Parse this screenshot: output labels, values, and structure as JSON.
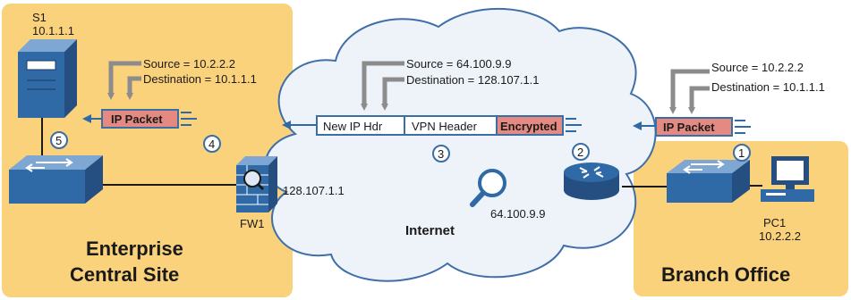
{
  "colors": {
    "site_fill": "#fbd27c",
    "cloud_fill": "#eef3fa",
    "packet_fill": "#e48a82",
    "packet_border": "#3a6ea5",
    "arrow": "#8c8c8c",
    "device_blue": "#2f6aa6"
  },
  "sites": {
    "enterprise": {
      "line1": "Enterprise",
      "line2": "Central Site"
    },
    "branch": {
      "label": "Branch Office"
    }
  },
  "cloud": {
    "label": "Internet"
  },
  "devices": {
    "server": {
      "name": "S1",
      "ip": "10.1.1.1"
    },
    "firewall": {
      "name": "FW1",
      "ip": "128.107.1.1"
    },
    "router": {
      "ip": "64.100.9.9"
    },
    "pc": {
      "name": "PC1",
      "ip": "10.2.2.2"
    }
  },
  "packets": {
    "left": {
      "label": "IP Packet",
      "source": "Source = 10.2.2.2",
      "destination": "Destination = 10.1.1.1"
    },
    "middle": {
      "new_ip_hdr": "New IP Hdr",
      "vpn_header": "VPN Header",
      "encrypted": "Encrypted",
      "source": "Source = 64.100.9.9",
      "destination": "Destination = 128.107.1.1"
    },
    "right": {
      "label": "IP Packet",
      "source": "Source = 10.2.2.2",
      "destination": "Destination = 10.1.1.1"
    }
  },
  "steps": [
    "1",
    "2",
    "3",
    "4",
    "5"
  ]
}
